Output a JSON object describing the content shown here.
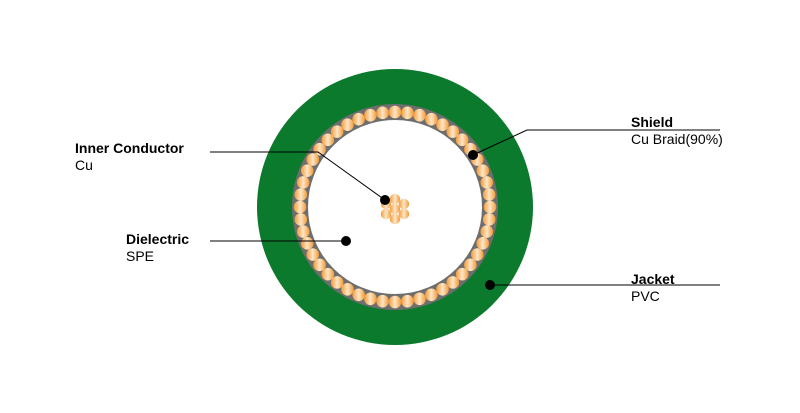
{
  "labels": {
    "inner_conductor": {
      "name": "Inner Conductor",
      "material": "Cu"
    },
    "dielectric": {
      "name": "Dielectric",
      "material": "SPE"
    },
    "shield": {
      "name": "Shield",
      "material": "Cu Braid(90%)"
    },
    "jacket": {
      "name": "Jacket",
      "material": "PVC"
    }
  },
  "colors": {
    "jacket": "#0b7a2c",
    "shield_base": "#6e6e6e",
    "copper": "#f5a040",
    "copper_highlight": "#fde2c0",
    "dielectric": "#ffffff",
    "leader": "#000000"
  }
}
